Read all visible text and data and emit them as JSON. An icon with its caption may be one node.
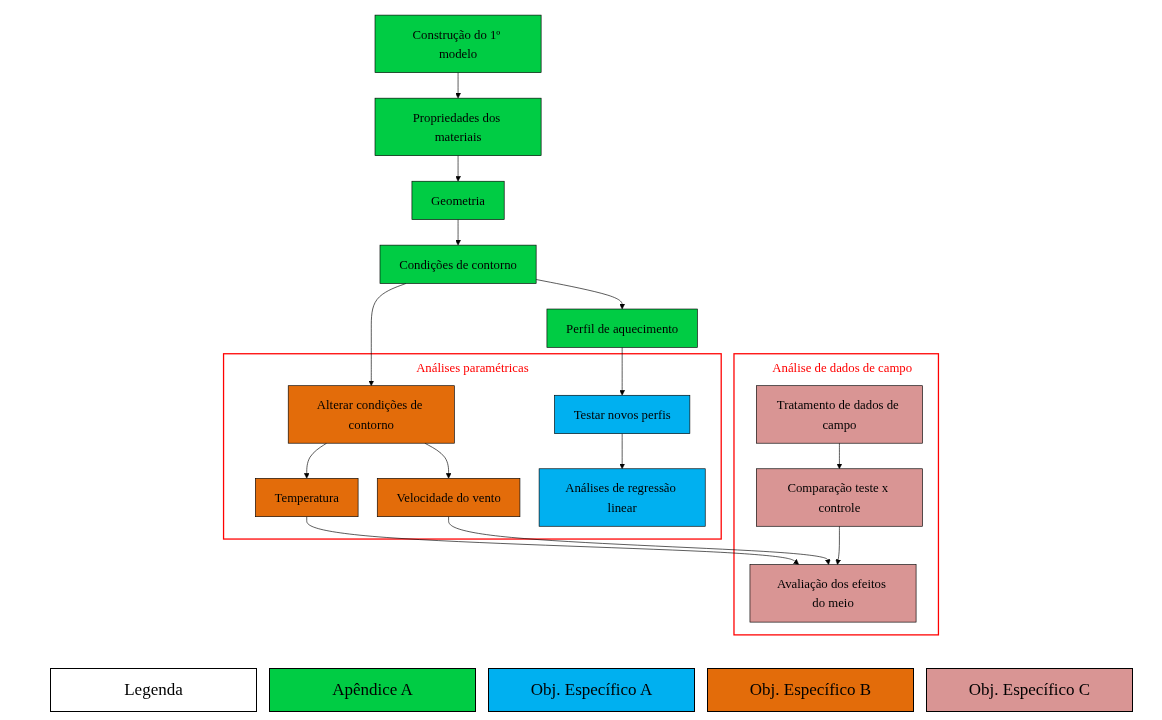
{
  "diagram": {
    "nodes": [
      {
        "text": [
          "Construção do 1º modelo"
        ]
      },
      {
        "text": [
          "Propriedades dos materiais"
        ]
      },
      {
        "text": [
          "Geometria"
        ]
      },
      {
        "text": [
          "Condições de contorno"
        ]
      },
      {
        "text": [
          "Perfil de aquecimento"
        ]
      },
      {
        "text": [
          "Análises paramétricas"
        ]
      },
      {
        "text": [
          "Alterar condições de contorno"
        ],
        "in": 5
      },
      {
        "text": [
          "Temperatura"
        ],
        "in": 5
      },
      {
        "text": [
          "Velocidade do vento"
        ],
        "in": 5
      },
      {
        "text": [
          "Testar novos perfis"
        ],
        "in": 5
      },
      {
        "text": [
          "Análises de regressão linear"
        ],
        "in": 5
      },
      {
        "text": [
          "Análise de dados de campo"
        ]
      },
      {
        "text": [
          "Tratamento de dados de campo"
        ],
        "in": 11
      },
      {
        "text": [
          "Comparação teste x controle"
        ],
        "in": 11
      },
      {
        "text": [
          "Avaliação dos efeitos do meio"
        ],
        "in": 11
      }
    ],
    "edges": [
      {
        "from": 0,
        "to": 1,
        "arrow": "to"
      },
      {
        "from": 1,
        "to": 2,
        "arrow": "to"
      },
      {
        "from": 2,
        "to": 3,
        "arrow": "to"
      },
      {
        "from": 3,
        "to": 4,
        "arrow": "to"
      },
      {
        "from": 3,
        "to": 6,
        "arrow": "to"
      },
      {
        "from": 4,
        "to": 9,
        "arrow": "to"
      },
      {
        "from": 6,
        "to": 7,
        "arrow": "to"
      },
      {
        "from": 6,
        "to": 8,
        "arrow": "to"
      },
      {
        "from": 9,
        "to": 10,
        "arrow": "to"
      },
      {
        "from": 7,
        "to": 14,
        "arrow": "to"
      },
      {
        "from": 8,
        "to": 14,
        "arrow": "to"
      },
      {
        "from": 12,
        "to": 13,
        "arrow": "to"
      },
      {
        "from": 13,
        "to": 14,
        "arrow": "to"
      }
    ],
    "labels": [
      "Legenda"
    ],
    "legend": [
      {
        "text": "Apêndice A",
        "color": "#00cc44"
      },
      {
        "text": "Obj. Específico A",
        "color": "#00b0f0"
      },
      {
        "text": "Obj. Específico B",
        "color": "#e36c0a"
      },
      {
        "text": "Obj. Específico C",
        "color": "#d99594"
      }
    ]
  }
}
